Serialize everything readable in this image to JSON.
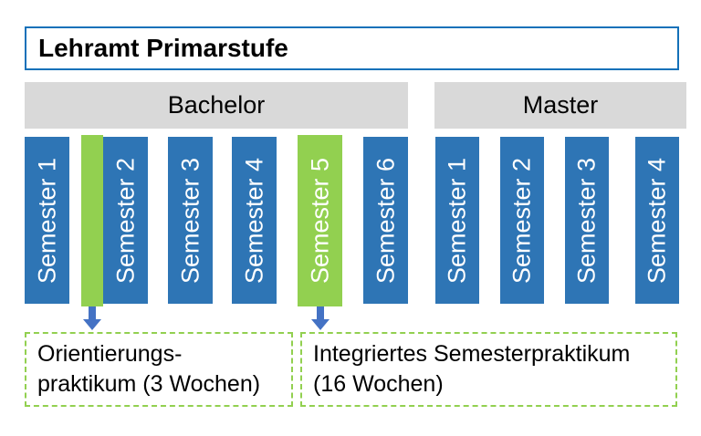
{
  "title": "Lehramt Primarstufe",
  "sections": [
    {
      "label": "Bachelor",
      "semesters": [
        {
          "label": "Semester 1",
          "highlighted": false
        },
        {
          "label": "Semester 2",
          "highlighted": false
        },
        {
          "label": "Semester 3",
          "highlighted": false
        },
        {
          "label": "Semester 4",
          "highlighted": false
        },
        {
          "label": "Semester 5",
          "highlighted": true
        },
        {
          "label": "Semester 6",
          "highlighted": false
        }
      ]
    },
    {
      "label": "Master",
      "semesters": [
        {
          "label": "Semester 1",
          "highlighted": false
        },
        {
          "label": "Semester 2",
          "highlighted": false
        },
        {
          "label": "Semester 3",
          "highlighted": false
        },
        {
          "label": "Semester 4",
          "highlighted": false
        }
      ]
    }
  ],
  "practica": [
    {
      "lines": [
        "Orientierungs-",
        "praktikum (3 Wochen)"
      ]
    },
    {
      "lines": [
        "Integriertes Semesterpraktikum",
        "(16 Wochen)"
      ]
    }
  ],
  "colors": {
    "bar_blue": "#2E75B5",
    "highlight_green": "#92D050",
    "arrow_blue": "#4472C4",
    "header_gray": "#D9D9D9",
    "title_border_blue": "#1471B9",
    "dashed_border_green": "#92D050",
    "text_black": "#000000",
    "bar_text_white": "#FFFFFF"
  }
}
